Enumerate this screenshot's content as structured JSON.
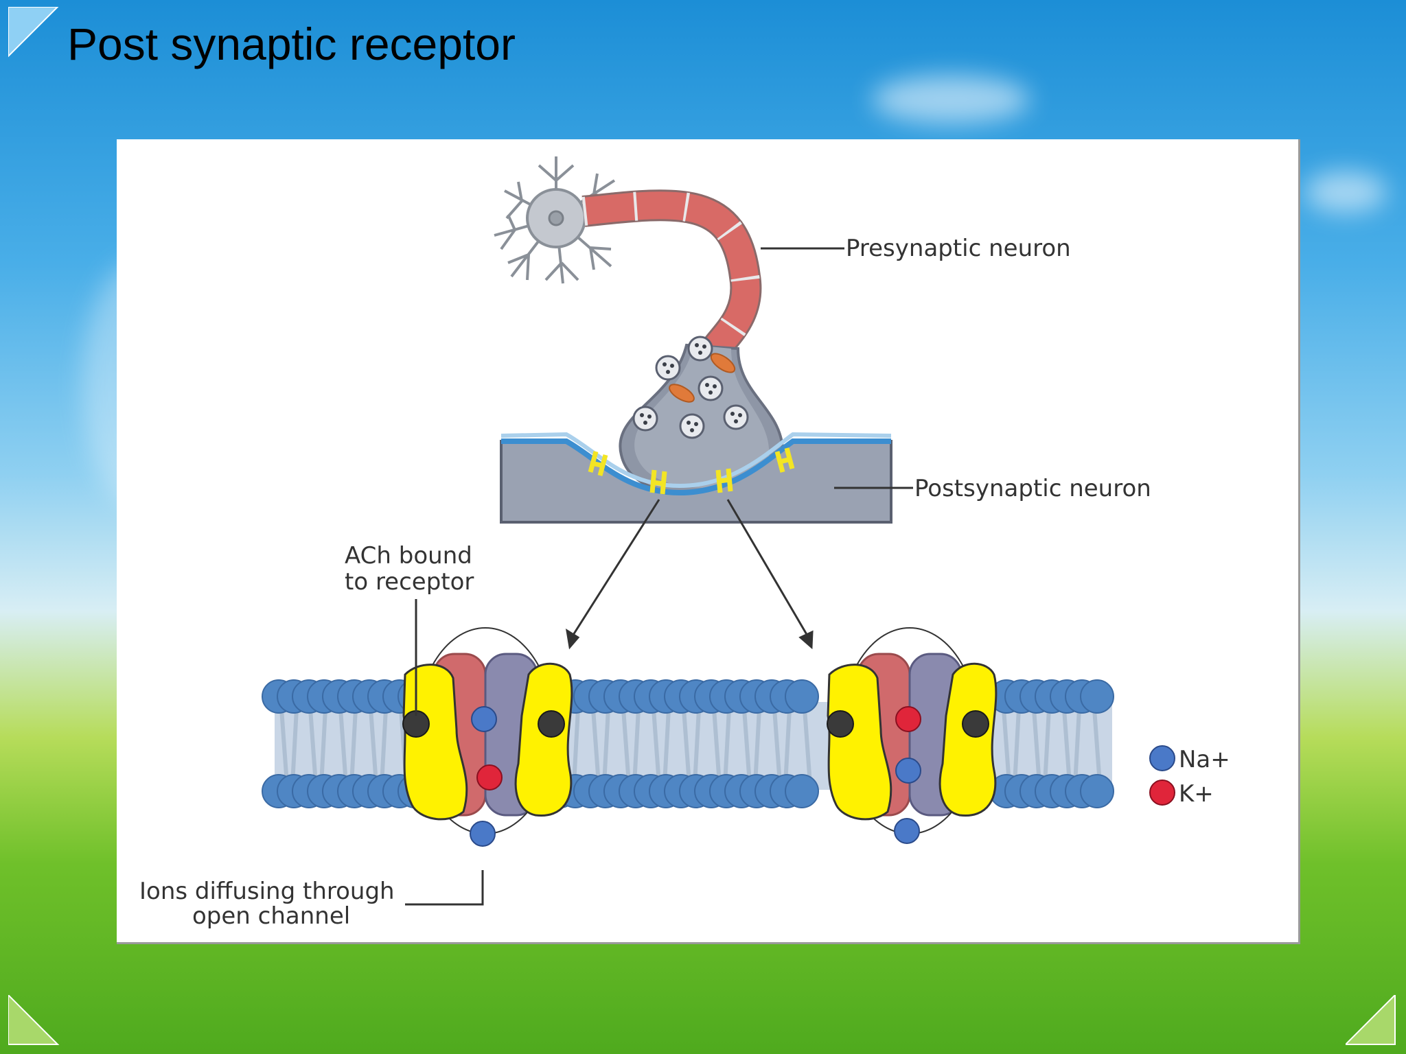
{
  "slide": {
    "title": "Post synaptic receptor"
  },
  "figure": {
    "labels": {
      "presynaptic": "Presynaptic neuron",
      "postsynaptic": "Postsynaptic neuron",
      "ach_line1": "ACh bound",
      "ach_line2": "to receptor",
      "ions_line1": "Ions diffusing through",
      "ions_line2": "open channel"
    },
    "legend": {
      "na": "Na+",
      "k": "K+"
    }
  },
  "colors": {
    "sodium": "#4a79c8",
    "potassium": "#e0253a",
    "receptor": "#ffef1a",
    "axon": "#d86a66",
    "membrane_head": "#4f86c4"
  }
}
